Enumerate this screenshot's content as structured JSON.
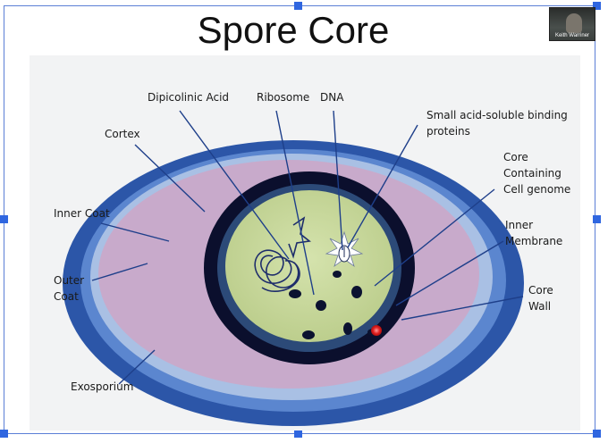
{
  "title": "Spore Core",
  "webcam": {
    "name": "Keith Warriner"
  },
  "labels": {
    "dipicolinic_acid": "Dipicolinic Acid",
    "ribosome": "Ribosome",
    "dna": "DNA",
    "sasp_line1": "Small acid-soluble binding",
    "sasp_line2": "proteins",
    "cortex": "Cortex",
    "core_line1": "Core",
    "core_line2": "Containing",
    "core_line3": "Cell genome",
    "inner_coat": "Inner Coat",
    "inner_membrane_line1": "Inner",
    "inner_membrane_line2": "Membrane",
    "outer_coat_line1": "Outer",
    "outer_coat_line2": "Coat",
    "core_wall_line1": "Core",
    "core_wall_line2": "Wall",
    "exosporium": "Exosporium"
  },
  "colors": {
    "exosporium": "#2c56a8",
    "outer_coat": "#5b86cf",
    "inner_coat": "#a9c0e4",
    "cortex": "#c8aacb",
    "core_wall": "#0b0f2d",
    "inner_membrane": "#2c4a78",
    "core": "#c8d89e",
    "selection": "#2f66e0"
  }
}
